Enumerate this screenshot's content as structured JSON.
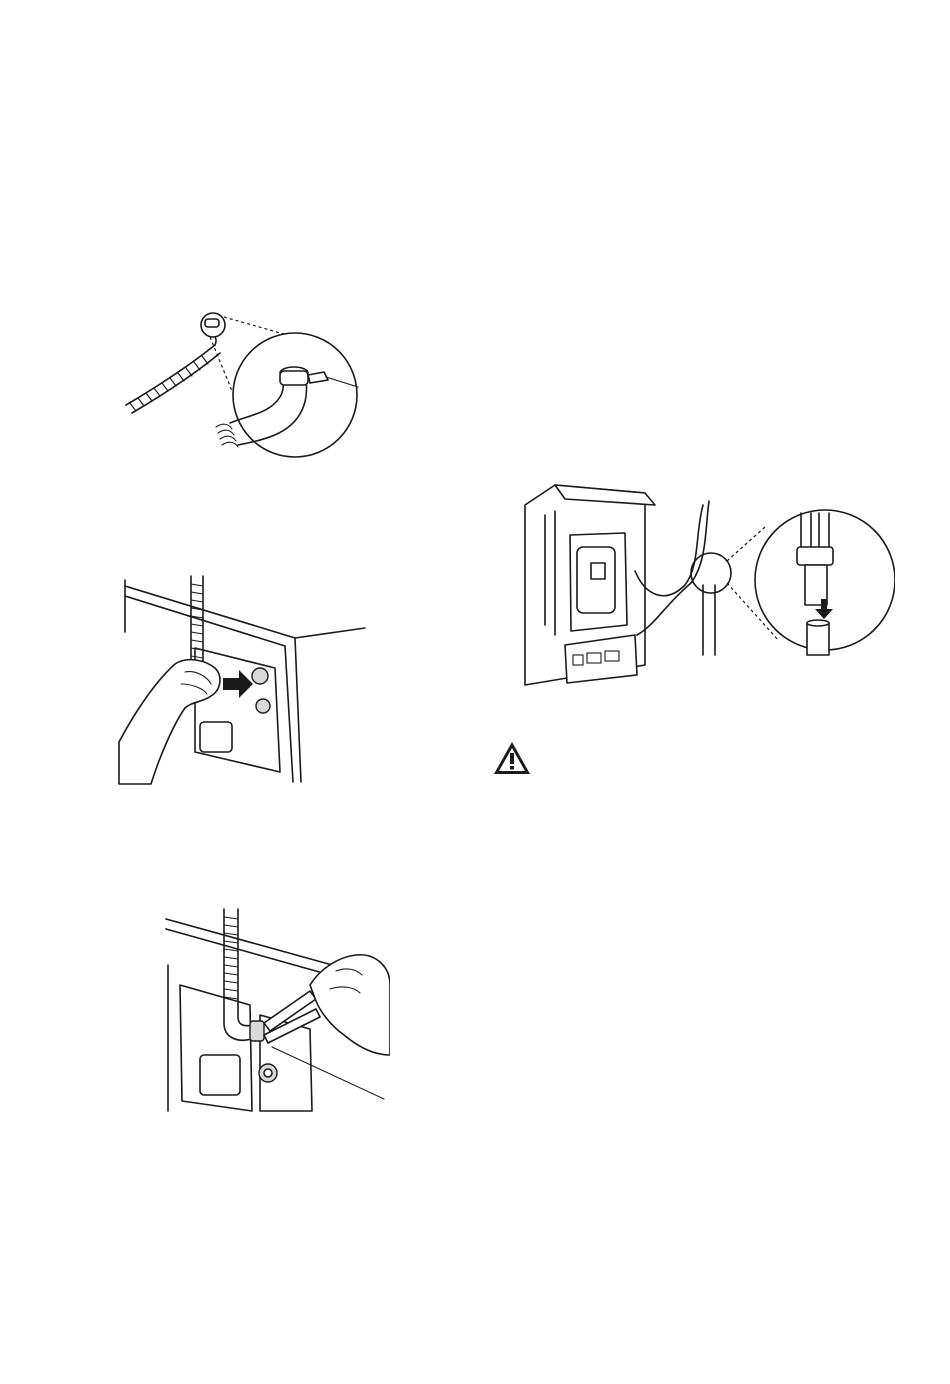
{
  "figures": {
    "hose_clamp_detail": {
      "icon": "hose-with-clamp-illustration"
    },
    "connect_hose": {
      "icon": "hand-connecting-drain-hose-illustration"
    },
    "tighten_clamp": {
      "icon": "pliers-tightening-clamp-illustration"
    },
    "standpipe_drain": {
      "icon": "standpipe-drain-illustration"
    }
  },
  "warning": {
    "icon": "warning-triangle-icon",
    "color": "#1a1a1a"
  }
}
